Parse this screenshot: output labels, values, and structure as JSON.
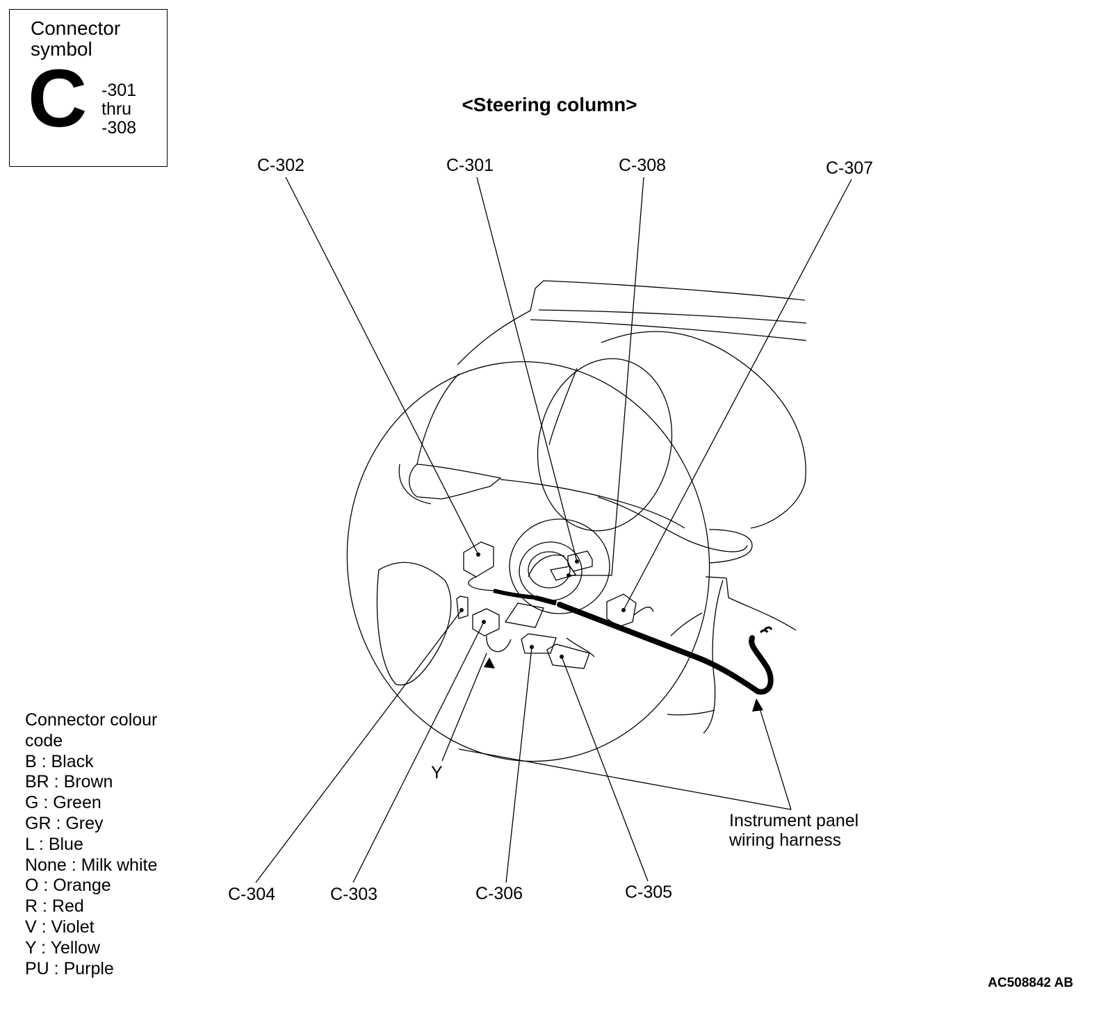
{
  "symbol_box": {
    "title": "Connector\nsymbol",
    "letter": "C",
    "range": "-301\nthru\n-308"
  },
  "title": "<Steering column>",
  "callouts": {
    "c302": "C-302",
    "c301": "C-301",
    "c308": "C-308",
    "c307": "C-307",
    "c304": "C-304",
    "c303": "C-303",
    "c306": "C-306",
    "c305": "C-305",
    "y": "Y",
    "harness": "Instrument panel\nwiring harness"
  },
  "legend": {
    "title": "Connector colour\ncode",
    "items": [
      "B : Black",
      "BR : Brown",
      "G : Green",
      "GR : Grey",
      "L : Blue",
      "None : Milk white",
      "O : Orange",
      "R : Red",
      "V : Violet",
      "Y : Yellow",
      "PU : Purple"
    ]
  },
  "figure_code": "AC508842 AB"
}
